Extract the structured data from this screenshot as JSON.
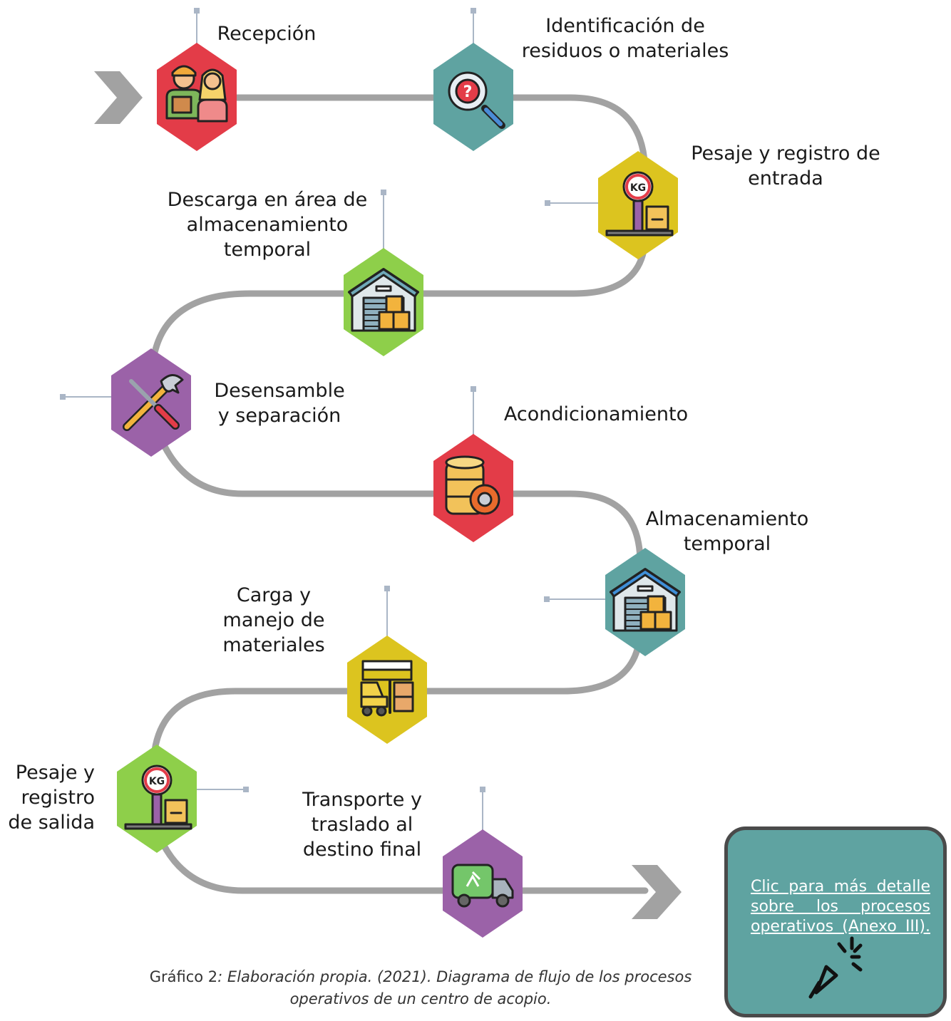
{
  "steps": [
    {
      "id": "recepcion",
      "lines": [
        "Recepción"
      ],
      "color": "#e33c48",
      "icon": "people-with-box-icon"
    },
    {
      "id": "identificacion",
      "lines": [
        "Identificación de",
        "residuos o materiales"
      ],
      "color": "#5fa3a1",
      "icon": "magnifier-question-icon"
    },
    {
      "id": "pesaje-entrada",
      "lines": [
        "Pesaje y registro de",
        "entrada"
      ],
      "color": "#dcc41f",
      "icon": "kg-scale-icon"
    },
    {
      "id": "descarga",
      "lines": [
        "Descarga en área de",
        "almacenamiento",
        "temporal"
      ],
      "color": "#8ecf4a",
      "icon": "warehouse-boxes-icon"
    },
    {
      "id": "desensamble",
      "lines": [
        "Desensamble",
        "y separación"
      ],
      "color": "#9b62a8",
      "icon": "tools-icon"
    },
    {
      "id": "acondicionamiento",
      "lines": [
        "Acondicionamiento"
      ],
      "color": "#e33c48",
      "icon": "database-gear-icon"
    },
    {
      "id": "almacenamiento",
      "lines": [
        "Almacenamiento",
        "temporal"
      ],
      "color": "#5fa3a1",
      "icon": "warehouse-icon"
    },
    {
      "id": "carga",
      "lines": [
        "Carga y",
        "manejo de",
        "materiales"
      ],
      "color": "#dcc41f",
      "icon": "forklift-icon"
    },
    {
      "id": "pesaje-salida",
      "lines": [
        "Pesaje y",
        "registro",
        "de salida"
      ],
      "color": "#8ecf4a",
      "icon": "kg-scale-icon"
    },
    {
      "id": "transporte",
      "lines": [
        "Transporte y",
        "traslado al",
        "destino final"
      ],
      "color": "#9b62a8",
      "icon": "recycling-truck-icon"
    }
  ],
  "caption": {
    "prefix": "Gráfico 2",
    "italic": ": Elaboración propia. (2021). Diagrama de flujo de los procesos operativos de un centro de acopio."
  },
  "more_info": {
    "link_text": "Clic para más detalle sobre los procesos operativos (Anexo III).",
    "icon": "click-cursor-icon",
    "color": "#5fa3a1"
  },
  "colors": {
    "path": "#a2a2a2",
    "arrow": "#a2a2a2",
    "connector": "#aab6c6"
  }
}
